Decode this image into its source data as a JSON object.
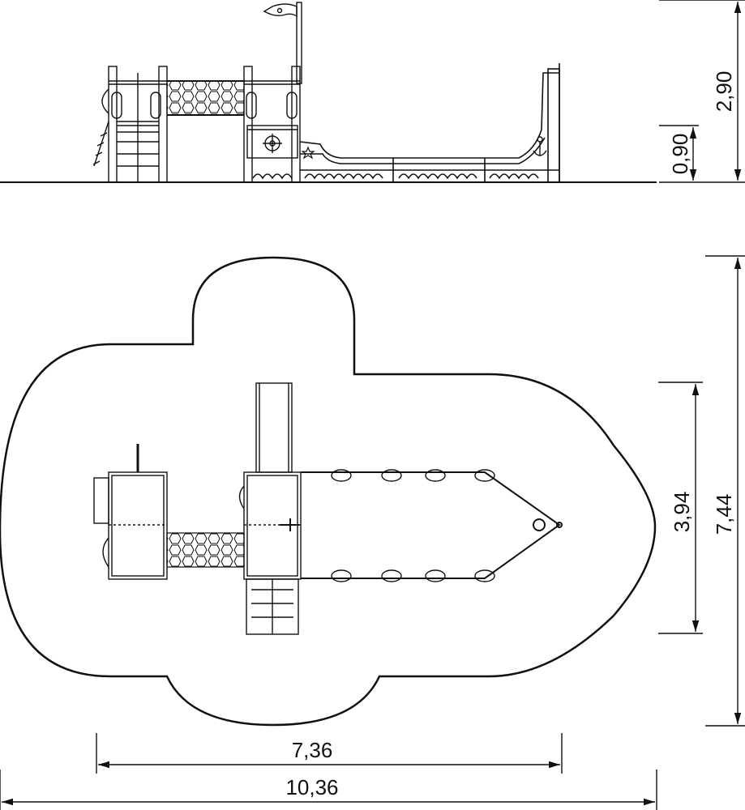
{
  "dimensions": {
    "elevation_total_height": "2,90",
    "elevation_platform_height": "0,90",
    "plan_structure_width": "3,94",
    "plan_safety_zone_width": "7,44",
    "plan_structure_length": "7,36",
    "plan_safety_zone_length": "10,36"
  },
  "colors": {
    "line": "#111111",
    "background": "#ffffff"
  },
  "icons": {
    "flag": "pirate-flag-icon",
    "star": "star-icon",
    "anchor": "anchor-icon",
    "wheel": "ship-wheel-icon"
  }
}
